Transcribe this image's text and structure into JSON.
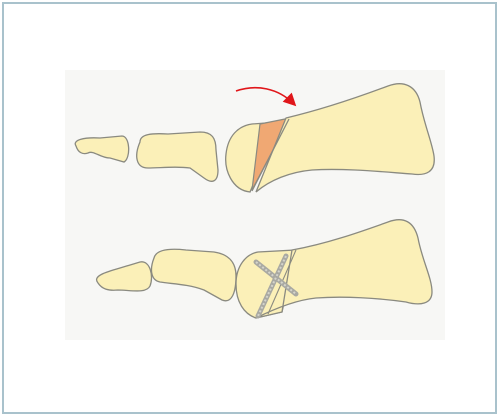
{
  "figure": {
    "panels": [
      {
        "id": "before",
        "elements": [
          "distal-phalanx",
          "middle-phalanx",
          "proximal-phalanx-base",
          "metatarsal",
          "wedge-resection",
          "rotation-arrow"
        ]
      },
      {
        "id": "after",
        "elements": [
          "distal-phalanx",
          "middle-phalanx",
          "proximal-phalanx",
          "metatarsal",
          "fixation-screws"
        ]
      }
    ],
    "colors": {
      "frame_border": "#a9c2cc",
      "background": "#f7f7f5",
      "bone_fill": "#fbf0b8",
      "bone_stroke": "#8a8a80",
      "wedge_fill": "#f0a873",
      "arrow": "#e0161a",
      "screw": "#a9a9a2"
    },
    "icons": [
      "curved-arrow-icon"
    ]
  }
}
